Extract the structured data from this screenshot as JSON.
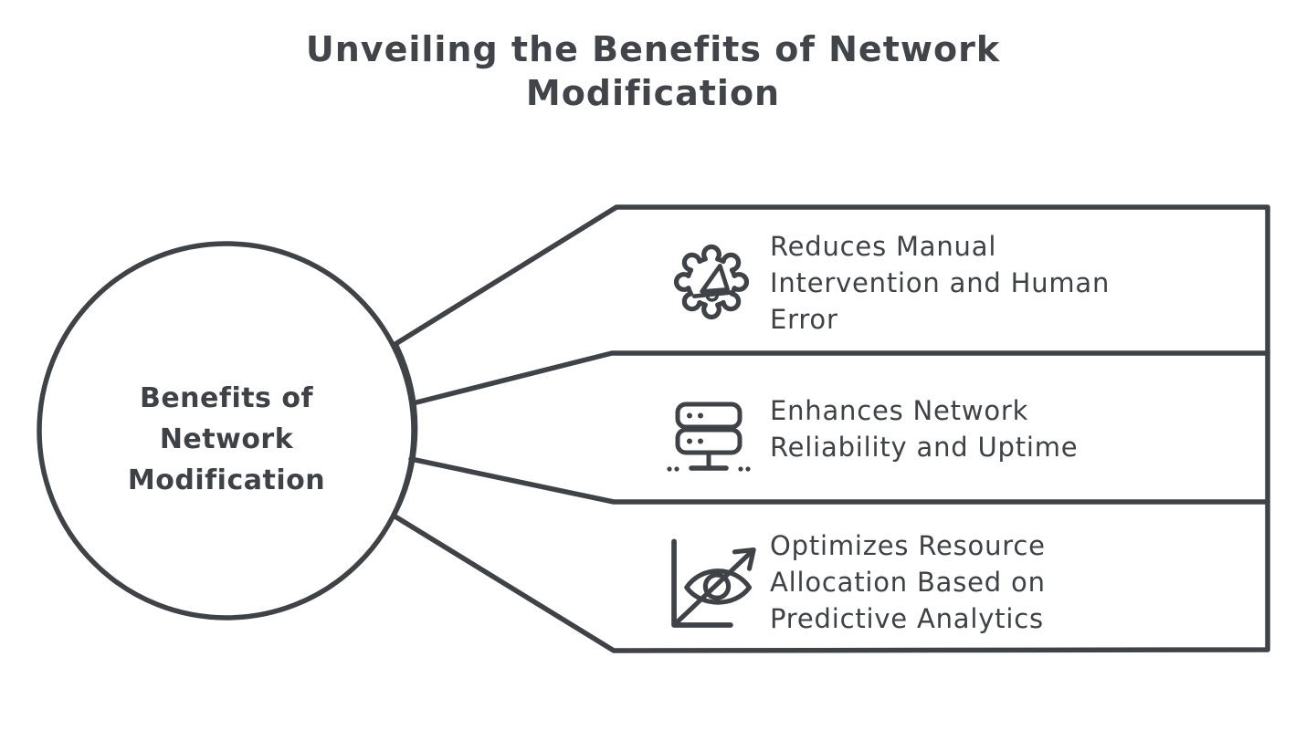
{
  "title": {
    "line1": "Unveiling the Benefits of Network",
    "line2": "Modification"
  },
  "hub": {
    "lines": [
      "Benefits of",
      "Network",
      "Modification"
    ]
  },
  "items": [
    {
      "icon": "gear-alert-icon",
      "lines": [
        "Reduces Manual",
        "Intervention and Human",
        "Error"
      ]
    },
    {
      "icon": "server-stack-icon",
      "lines": [
        "Enhances Network",
        "Reliability and Uptime"
      ]
    },
    {
      "icon": "eye-analytics-icon",
      "lines": [
        "Optimizes Resource",
        "Allocation Based on",
        "Predictive Analytics"
      ]
    }
  ],
  "colors": {
    "ink": "#3f4246",
    "background": "#ffffff"
  }
}
